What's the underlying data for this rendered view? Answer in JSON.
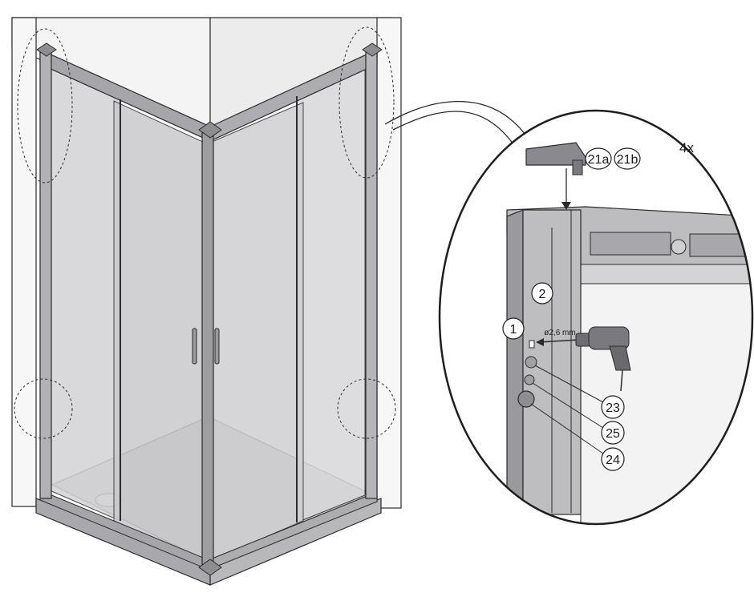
{
  "labels": {
    "part_1": "1",
    "part_2": "2",
    "part_21a": "21a",
    "part_21b": "21b",
    "part_23": "23",
    "part_24": "24",
    "part_25": "25",
    "multiplier": "4x",
    "drill_spec": "ø2,6 mm"
  },
  "colors": {
    "line": "#2a2a2a",
    "wall": "#f2f2f2",
    "glass": "#d4d4d6",
    "glass_dark": "#c4c4c7",
    "frame": "#9c9ca0",
    "tray": "#bdbdc0"
  }
}
